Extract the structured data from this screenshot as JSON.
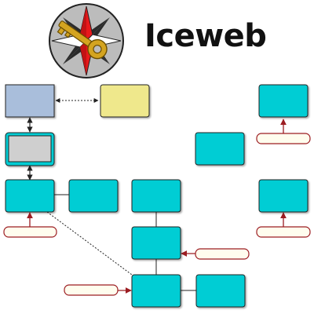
{
  "header": {
    "brand_text": "Iceweb",
    "logo_icon": "compass-star-with-key-icon"
  },
  "colors": {
    "node_cyan": "#00cdd4",
    "node_blue": "#a9bedb",
    "node_yellow": "#efe88c",
    "node_gray": "#cfcfcf",
    "tag_border": "#9c1d22",
    "tag_fill": "#fffdee",
    "connector_red": "#9c1d22",
    "line_dark": "#222222",
    "logo_red": "#e8191b",
    "logo_circle": "#bcbcbc",
    "key_gold": "#d4a420"
  },
  "diagram": {
    "nodes": [
      {
        "id": "blue-node",
        "kind": "blue"
      },
      {
        "id": "yellow-node",
        "kind": "yellow"
      },
      {
        "id": "gray-node",
        "kind": "gray"
      },
      {
        "id": "cyan-node-left-middle",
        "kind": "cyan"
      },
      {
        "id": "cyan-node-right-of-left-middle",
        "kind": "cyan"
      },
      {
        "id": "cyan-node-center-top",
        "kind": "cyan"
      },
      {
        "id": "cyan-node-center-middle",
        "kind": "cyan"
      },
      {
        "id": "cyan-node-center-bottom",
        "kind": "cyan"
      },
      {
        "id": "cyan-node-bottom-right",
        "kind": "cyan"
      },
      {
        "id": "cyan-node-lone",
        "kind": "cyan"
      },
      {
        "id": "cyan-node-top-right",
        "kind": "cyan"
      },
      {
        "id": "cyan-node-right-middle",
        "kind": "cyan"
      }
    ],
    "tags": [
      {
        "id": "tag-top-right"
      },
      {
        "id": "tag-left"
      },
      {
        "id": "tag-right-middle"
      },
      {
        "id": "tag-center"
      },
      {
        "id": "tag-bottom-left"
      }
    ]
  }
}
